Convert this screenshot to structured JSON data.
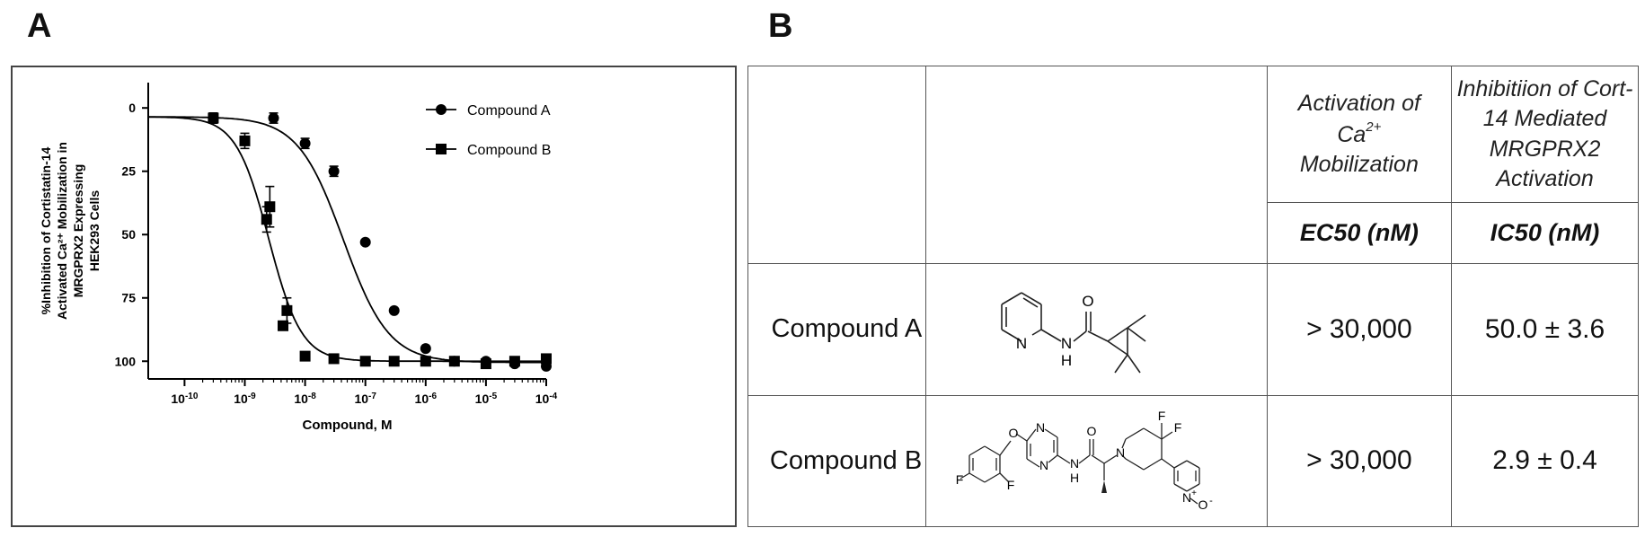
{
  "panels": {
    "a": "A",
    "b": "B"
  },
  "chart_data": {
    "type": "line",
    "x_scale": "log",
    "xlabel": "Compound, M",
    "ylabel_lines": [
      "%Inhibition of Cortistatin-14",
      "Activated Ca²⁺ Mobilization in",
      "MRGPRX2 Expressing",
      "HEK293 Cells"
    ],
    "x_ticks": [
      {
        "value": 1e-10,
        "label_base": "10",
        "label_exp": "-10"
      },
      {
        "value": 1e-09,
        "label_base": "10",
        "label_exp": "-9"
      },
      {
        "value": 1e-08,
        "label_base": "10",
        "label_exp": "-8"
      },
      {
        "value": 1e-07,
        "label_base": "10",
        "label_exp": "-7"
      },
      {
        "value": 1e-06,
        "label_base": "10",
        "label_exp": "-6"
      },
      {
        "value": 1e-05,
        "label_base": "10",
        "label_exp": "-5"
      },
      {
        "value": 0.0001,
        "label_base": "10",
        "label_exp": "-4"
      }
    ],
    "y_ticks": [
      0,
      25,
      50,
      75,
      100
    ],
    "y_inverted": true,
    "xlim": [
      2.5e-11,
      0.0001
    ],
    "ylim": [
      -10,
      107
    ],
    "legend_position": "top-right",
    "series": [
      {
        "name": "Compound A",
        "marker": "circle",
        "points": [
          {
            "x": 3e-10,
            "y": 4,
            "err": 2
          },
          {
            "x": 3e-09,
            "y": 4,
            "err": 2
          },
          {
            "x": 1e-08,
            "y": 14,
            "err": 2
          },
          {
            "x": 3e-08,
            "y": 25,
            "err": 2
          },
          {
            "x": 1e-07,
            "y": 53,
            "err": 0
          },
          {
            "x": 3e-07,
            "y": 80,
            "err": 0
          },
          {
            "x": 1e-06,
            "y": 95,
            "err": 0
          },
          {
            "x": 3e-06,
            "y": 100,
            "err": 0
          },
          {
            "x": 1e-05,
            "y": 100,
            "err": 0
          },
          {
            "x": 3e-05,
            "y": 101,
            "err": 0
          },
          {
            "x": 0.0001,
            "y": 102,
            "err": 1
          }
        ],
        "fit": {
          "bottom": 3.5,
          "top": 100.5,
          "ic50": 4.3e-08,
          "hill": 1.15
        }
      },
      {
        "name": "Compound B",
        "marker": "square",
        "points": [
          {
            "x": 3e-10,
            "y": 4,
            "err": 2
          },
          {
            "x": 1e-09,
            "y": 13,
            "err": 3
          },
          {
            "x": 2.3e-09,
            "y": 44,
            "err": 5
          },
          {
            "x": 2.6e-09,
            "y": 39,
            "err": 8
          },
          {
            "x": 4.3e-09,
            "y": 86,
            "err": 1
          },
          {
            "x": 5e-09,
            "y": 80,
            "err": 5
          },
          {
            "x": 1e-08,
            "y": 98,
            "err": 0
          },
          {
            "x": 3e-08,
            "y": 99,
            "err": 0
          },
          {
            "x": 1e-07,
            "y": 100,
            "err": 0
          },
          {
            "x": 3e-07,
            "y": 100,
            "err": 0
          },
          {
            "x": 1e-06,
            "y": 100,
            "err": 0
          },
          {
            "x": 3e-06,
            "y": 100,
            "err": 0
          },
          {
            "x": 1e-05,
            "y": 101,
            "err": 1
          },
          {
            "x": 3e-05,
            "y": 100,
            "err": 0
          },
          {
            "x": 0.0001,
            "y": 99,
            "err": 1
          }
        ],
        "fit": {
          "bottom": 3.5,
          "top": 100,
          "ic50": 2.5e-09,
          "hill": 1.6
        }
      }
    ]
  },
  "table": {
    "col3_header_line1": "Activation of",
    "col3_header_ca": "Ca",
    "col3_header_sup": "2+",
    "col3_header_line3": "Mobilization",
    "col4_header_lines": [
      "Inhibitiion of Cort-",
      "14 Mediated",
      "MRGPRX2",
      "Activation"
    ],
    "col3_unit": "EC50 (nM)",
    "col4_unit": "IC50 (nM)",
    "rows": [
      {
        "name": "Compound A",
        "ec50": "> 30,000",
        "ic50": "50.0 ± 3.6"
      },
      {
        "name": "Compound B",
        "ec50": "> 30,000",
        "ic50": "2.9 ± 0.4"
      }
    ],
    "structure_a_atoms": {
      "n_ring": "N",
      "nh_n": "N",
      "nh_h": "H",
      "o": "O"
    },
    "structure_b_atoms": {
      "f1": "F",
      "f2": "F",
      "o_ether": "O",
      "n1": "N",
      "n2": "N",
      "nh_n": "N",
      "nh_h": "H",
      "o_amide": "O",
      "n_pip": "N",
      "f3": "F",
      "f4": "F",
      "n_pyr": "N",
      "n_plus": "+",
      "o_minus": "O",
      "minus": "-"
    }
  }
}
